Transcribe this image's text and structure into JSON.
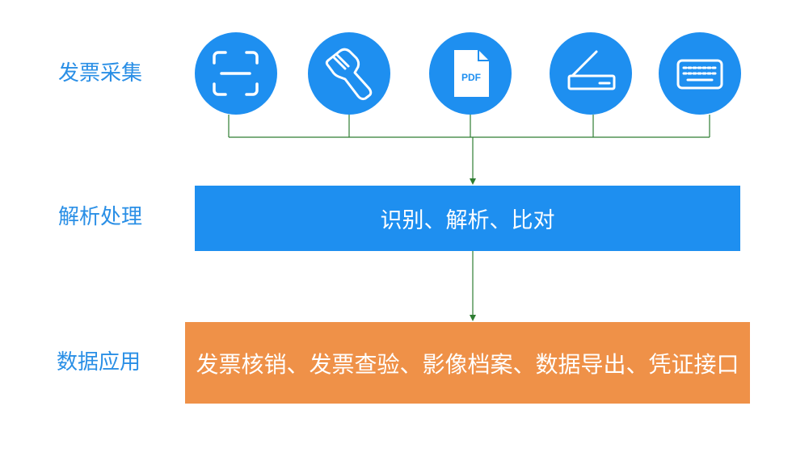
{
  "stages": {
    "collect": {
      "label": "发票采集"
    },
    "process": {
      "label": "解析处理",
      "box_text": "识别、解析、比对"
    },
    "apply": {
      "label": "数据应用",
      "box_text": "发票核销、发票查验、影像档案、数据导出、凭证接口"
    }
  },
  "sources": [
    {
      "icon": "scan-frame-icon"
    },
    {
      "icon": "barcode-scanner-icon"
    },
    {
      "icon": "pdf-file-icon",
      "text": "PDF"
    },
    {
      "icon": "flatbed-scanner-icon"
    },
    {
      "icon": "keyboard-icon"
    }
  ],
  "colors": {
    "primary_blue": "#1e8ff0",
    "label_blue": "#2a8fe6",
    "orange": "#ef9148",
    "connector_green": "#2e7d32"
  }
}
